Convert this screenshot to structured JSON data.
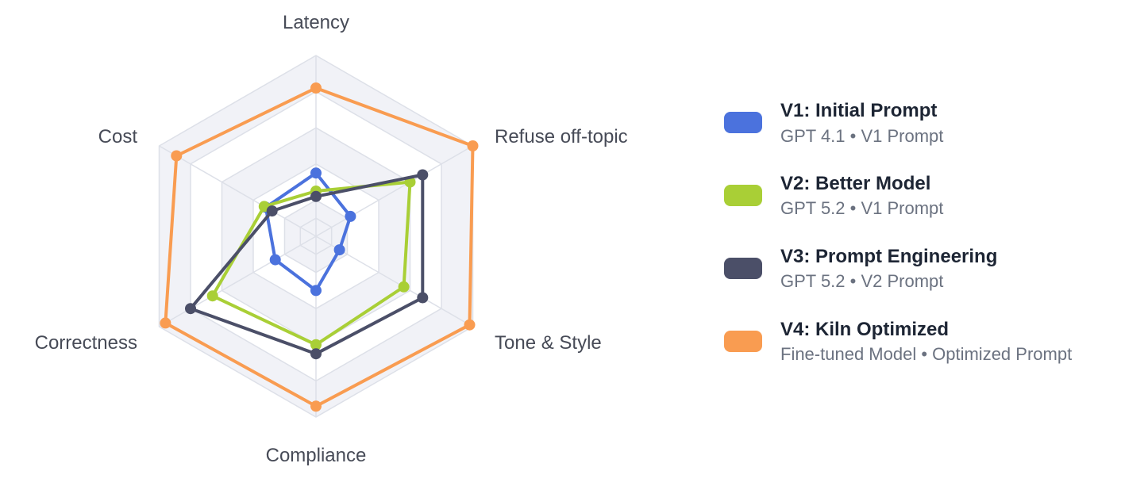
{
  "chart_data": {
    "type": "radar",
    "categories": [
      "Latency",
      "Refuse off-topic",
      "Tone & Style",
      "Compliance",
      "Correctness",
      "Cost"
    ],
    "scale": {
      "min": 0,
      "max": 100,
      "ring_levels": [
        100,
        80,
        60,
        40,
        20,
        10
      ]
    },
    "series": [
      {
        "id": "v1",
        "label": "V1: Initial Prompt",
        "sublabel": "GPT 4.1 • V1 Prompt",
        "color": "#4b72dd",
        "values": [
          35,
          22,
          15,
          30,
          26,
          32
        ]
      },
      {
        "id": "v2",
        "label": "V2: Better Model",
        "sublabel": "GPT 5.2 • V1 Prompt",
        "color": "#a9cf36",
        "values": [
          25,
          60,
          56,
          60,
          66,
          33
        ]
      },
      {
        "id": "v3",
        "label": "V3: Prompt Engineering",
        "sublabel": "GPT 5.2 • V2 Prompt",
        "color": "#4b4f68",
        "values": [
          22,
          68,
          68,
          65,
          80,
          28
        ]
      },
      {
        "id": "v4",
        "label": "V4: Kiln Optimized",
        "sublabel": "Fine-tuned Model • Optimized Prompt",
        "color": "#f99c51",
        "values": [
          82,
          100,
          98,
          94,
          96,
          89
        ]
      }
    ],
    "grid": {
      "band_fill": "#f1f2f7",
      "band_alt_fill": "#ffffff",
      "line_color": "#dde0e8"
    },
    "legend_position": "right"
  }
}
